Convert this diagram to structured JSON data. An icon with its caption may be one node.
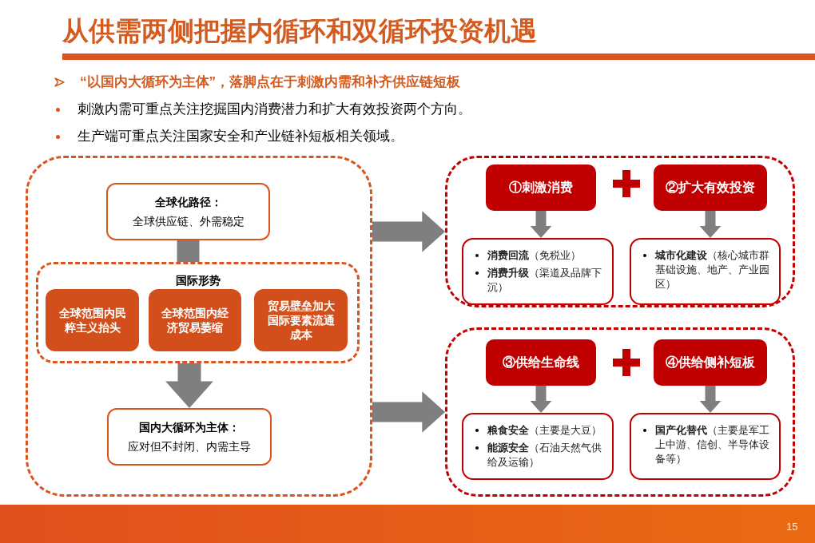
{
  "diagram": {
    "title": "从供需两侧把握内循环和双循环投资机遇",
    "nodes": [
      {
        "text": [],
        "shape": "box"
      },
      {
        "text": [
          "全球化路径：",
          "全球供应链、外需稳定"
        ],
        "in": 0
      },
      {
        "text": [
          "国际形势"
        ],
        "in": 0
      },
      {
        "text": [
          "全球范围内民粹主义抬头"
        ],
        "in": 2
      },
      {
        "text": [
          "全球范围内经济贸易萎缩"
        ],
        "in": 2
      },
      {
        "text": [
          "贸易壁垒加大国际要素流通成本"
        ],
        "in": 2
      },
      {
        "text": [
          "国内大循环为主体：",
          "应对但不封闭、内需主导"
        ],
        "in": 0
      },
      {
        "text": [],
        "shape": "box"
      },
      {
        "text": [
          "①刺激消费"
        ],
        "in": 7
      },
      {
        "text": [
          "②扩大有效投资"
        ],
        "in": 7
      },
      {
        "text": [
          "**消费回流**（免税业）",
          "**消费升级**（渠道及品牌下沉）"
        ],
        "in": 7
      },
      {
        "text": [
          "**城市化建设**（核心城市群基础设施、地产、产业园区）"
        ],
        "in": 7
      },
      {
        "text": [],
        "shape": "box"
      },
      {
        "text": [
          "③供给生命线"
        ],
        "in": 12
      },
      {
        "text": [
          "④供给侧补短板"
        ],
        "in": 12
      },
      {
        "text": [
          "**粮食安全**（主要是大豆）",
          "**能源安全**（石油天然气供给及运输）"
        ],
        "in": 12
      },
      {
        "text": [
          "**国产化替代**（主要是军工上中游、信创、半导体设备等）"
        ],
        "in": 12
      }
    ],
    "edges": [
      {
        "from": 1,
        "to": 2,
        "arrow": "none",
        "style": "thick"
      },
      {
        "from": 2,
        "to": 6,
        "arrow": "to",
        "style": "thick"
      },
      {
        "from": 0,
        "to": 7,
        "arrow": "to",
        "style": "thick"
      },
      {
        "from": 0,
        "to": 12,
        "arrow": "to",
        "style": "thick"
      },
      {
        "from": 8,
        "to": 10,
        "arrow": "to",
        "style": "thick"
      },
      {
        "from": 9,
        "to": 11,
        "arrow": "to",
        "style": "thick"
      },
      {
        "from": 13,
        "to": 15,
        "arrow": "to",
        "style": "thick"
      },
      {
        "from": 14,
        "to": 16,
        "arrow": "to",
        "style": "thick"
      }
    ],
    "labels": [
      "“以国内大循环为主体”，落脚点在于刺激内需和补齐供应链短板",
      "刺激内需可重点关注挖掘国内消费潜力和扩大有效投资两个方向。",
      "生产端可重点关注国家安全和产业链补短板相关领域。",
      "15"
    ]
  }
}
